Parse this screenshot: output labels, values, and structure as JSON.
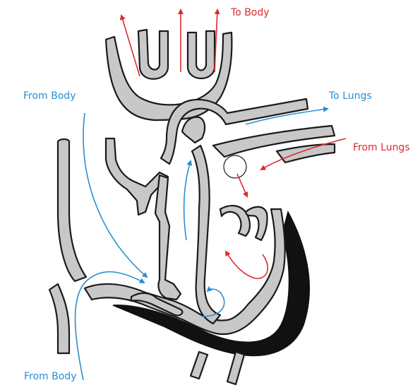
{
  "labels": {
    "to_body": "To Body",
    "from_body_upper": "From Body",
    "to_lungs": "To Lungs",
    "from_lungs": "From Lungs",
    "from_body_lower": "From Body"
  },
  "colors": {
    "oxygenated": "#e0282e",
    "deoxygenated": "#2a8fd0",
    "wall_fill": "#c8c8c8",
    "outline": "#1a1a1a",
    "muscle": "#111111"
  }
}
